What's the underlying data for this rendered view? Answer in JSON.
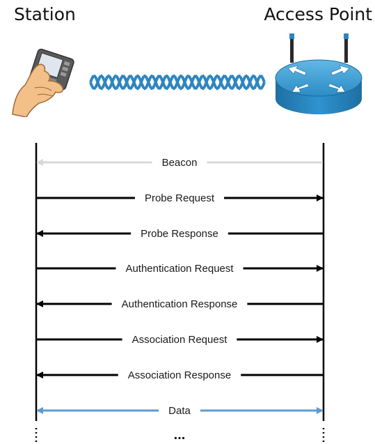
{
  "actors": {
    "station": "Station",
    "access_point": "Access Point"
  },
  "messages": [
    {
      "label": "Beacon",
      "direction": "left",
      "color": "#d9d9d9"
    },
    {
      "label": "Probe Request",
      "direction": "right",
      "color": "#000000"
    },
    {
      "label": "Probe Response",
      "direction": "left",
      "color": "#000000"
    },
    {
      "label": "Authentication Request",
      "direction": "right",
      "color": "#000000"
    },
    {
      "label": "Authentication Response",
      "direction": "left",
      "color": "#000000"
    },
    {
      "label": "Association Request",
      "direction": "right",
      "color": "#000000"
    },
    {
      "label": "Association Response",
      "direction": "left",
      "color": "#000000"
    },
    {
      "label": "Data",
      "direction": "both",
      "color": "#5b9bd5"
    }
  ],
  "continuation": "...",
  "icons": {
    "station": "handheld-device-icon",
    "link": "wireless-signal-icon",
    "access_point": "router-icon"
  }
}
